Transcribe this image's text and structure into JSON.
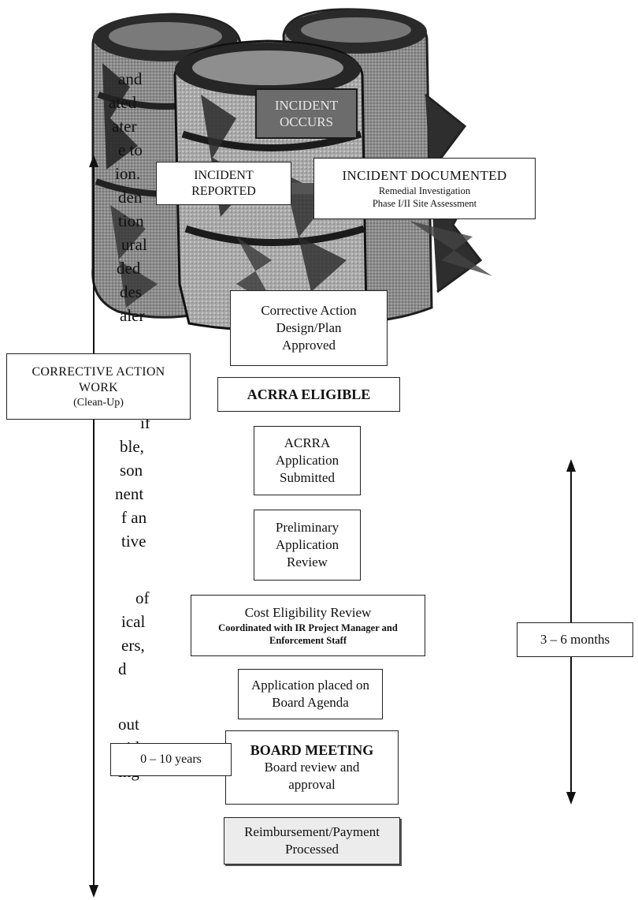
{
  "left_text_fragments": [
    "and",
    "ated",
    "ater",
    "e to",
    "ion.",
    "den",
    "tion",
    "ural",
    "ded",
    "des",
    "aler",
    "if",
    "ble,",
    "son",
    "nent",
    "f an",
    "tive",
    "of",
    "ical",
    "ers,",
    "d",
    "out",
    "vide",
    "ing"
  ],
  "barrels": {
    "incident_occurs": "INCIDENT OCCURS"
  },
  "boxes": {
    "incident_reported": "INCIDENT REPORTED",
    "incident_documented": {
      "title": "INCIDENT DOCUMENTED",
      "line1": "Remedial Investigation",
      "line2": "Phase I/II Site Assessment"
    },
    "corrective_action_design": "Corrective Action Design/Plan Approved",
    "corrective_action_work": {
      "title": "CORRECTIVE ACTION WORK",
      "sub": "(Clean-Up)"
    },
    "acrra_eligible": "ACRRA ELIGIBLE",
    "application_submitted": "ACRRA Application Submitted",
    "preliminary_review": "Preliminary Application Review",
    "cost_eligibility": {
      "title": "Cost Eligibility Review",
      "sub": "Coordinated with IR Project Manager and Enforcement Staff"
    },
    "board_agenda": "Application placed on Board Agenda",
    "board_meeting": {
      "title": "BOARD MEETING",
      "sub": "Board review and approval"
    },
    "reimbursement": "Reimbursement/Payment Processed",
    "duration_right": "3 – 6 months",
    "duration_left": "0 – 10 years"
  },
  "colors": {
    "barrel_dark": "#2a2a2a",
    "barrel_mid": "#6e6e6e",
    "barrel_light": "#b9b9b9",
    "box_border": "#222222",
    "gray_box": "#ececec"
  }
}
